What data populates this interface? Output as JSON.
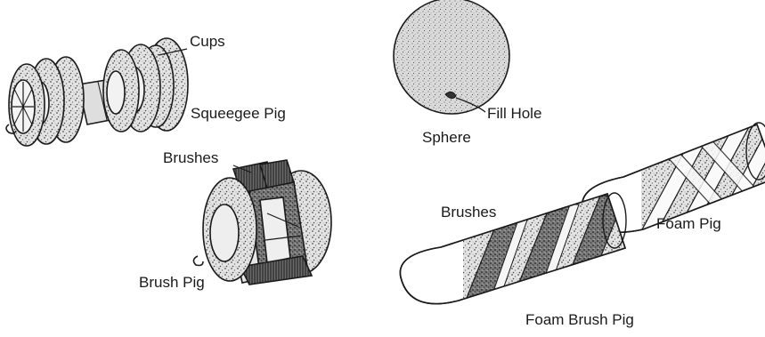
{
  "labels": {
    "cups": "Cups",
    "squeegee_pig": "Squeegee Pig",
    "sphere": "Sphere",
    "fill_hole": "Fill Hole",
    "brushes_top": "Brushes",
    "brush_pig": "Brush Pig",
    "brushes_bottom": "Brushes",
    "foam_pig": "Foam Pig",
    "foam_brush_pig": "Foam Brush Pig"
  },
  "colors": {
    "line": "#1a1a1a",
    "stipple_light": "#d4d4d4",
    "stipple_mid": "#a8a8a8",
    "dark_band": "#555555"
  },
  "icons": {
    "squeegee_pig": "squeegee-pig-illustration",
    "sphere": "sphere-pig-illustration",
    "brush_pig": "brush-pig-illustration",
    "foam_pig": "foam-pig-illustration",
    "foam_brush_pig": "foam-brush-pig-illustration"
  }
}
